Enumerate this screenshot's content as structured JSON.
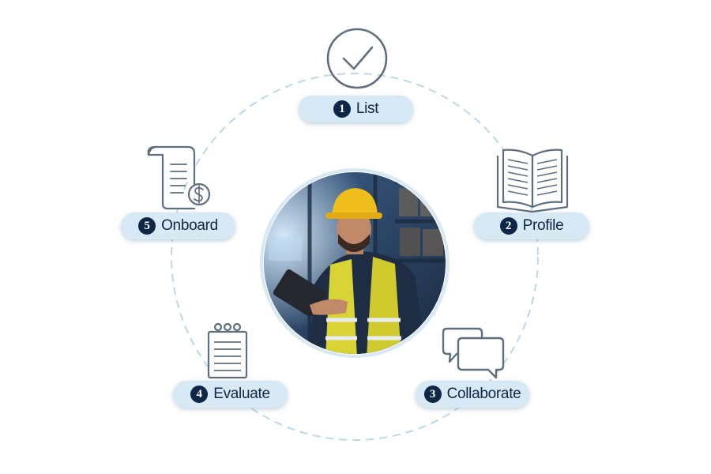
{
  "colors": {
    "ring": "#b9d9ea",
    "icon_stroke": "#5f6f7e",
    "badge_bg": "#d6e9f4",
    "badge_number_bg": "#0e2747",
    "badge_text": "#0e2747"
  },
  "center": {
    "image": "worker-with-hard-hat-using-tablet-in-warehouse"
  },
  "steps": [
    {
      "number": "1",
      "label": "List",
      "icon": "checkmark-circle-icon"
    },
    {
      "number": "2",
      "label": "Profile",
      "icon": "open-book-icon"
    },
    {
      "number": "3",
      "label": "Collaborate",
      "icon": "chat-bubbles-icon"
    },
    {
      "number": "4",
      "label": "Evaluate",
      "icon": "notepad-icon"
    },
    {
      "number": "5",
      "label": "Onboard",
      "icon": "invoice-scroll-icon"
    }
  ]
}
